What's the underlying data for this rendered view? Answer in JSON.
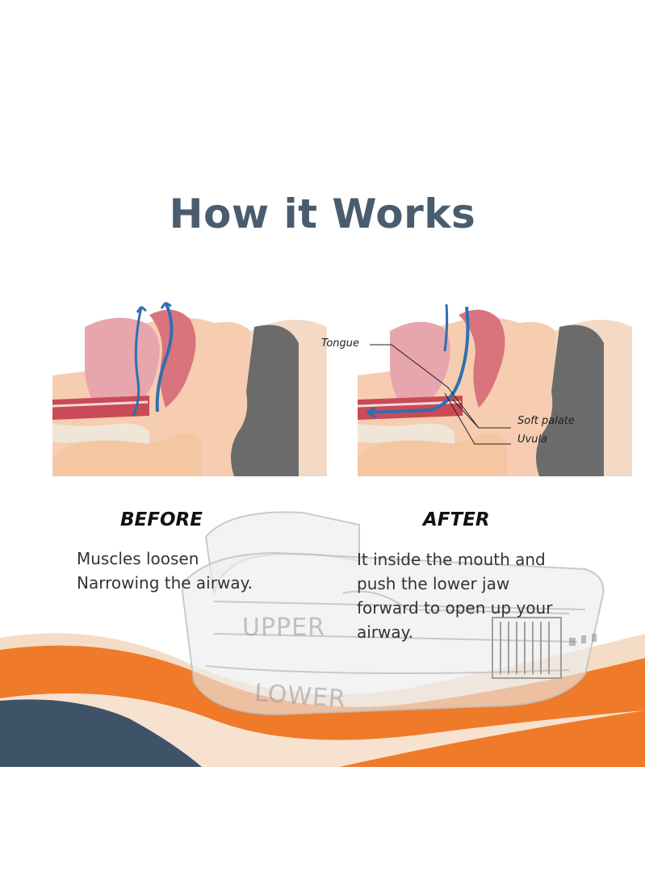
{
  "title": "How it Works",
  "diagram_labels": {
    "tongue": "Tongue",
    "soft_palate": "Soft palate",
    "uvula": "Uvula"
  },
  "before": {
    "heading": "BEFORE",
    "lines": [
      "Muscles loosen",
      "Narrowing the airway."
    ]
  },
  "after": {
    "heading": "AFTER",
    "lines": [
      "It inside the mouth and",
      "push the lower jaw",
      "forward to open up your",
      "airway."
    ]
  },
  "product_marks": {
    "upper": "UPPER",
    "lower": "LOWER"
  },
  "colors": {
    "title": "#4a5d6e",
    "orange": "#ee7a2a",
    "navy": "#3f5368",
    "skin": "#f6c9a6",
    "hair": "#6e6e6e",
    "airflow": "#2f6fb0"
  }
}
